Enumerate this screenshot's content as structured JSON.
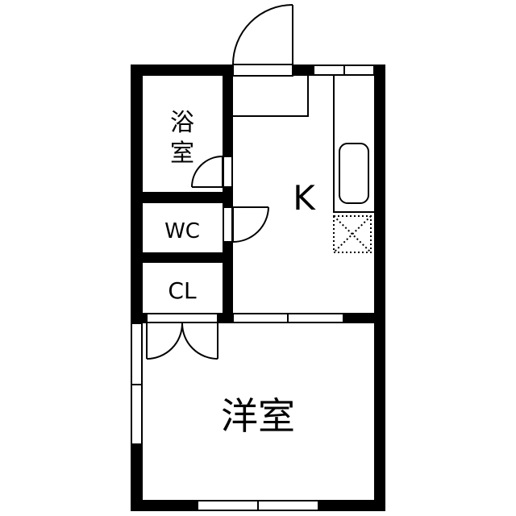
{
  "floorplan": {
    "colors": {
      "wall": "#000000",
      "background": "#ffffff",
      "line": "#000000"
    },
    "rooms": [
      {
        "id": "bath",
        "label_line1": "浴",
        "label_line2": "室"
      },
      {
        "id": "wc",
        "label": "WC"
      },
      {
        "id": "closet",
        "label": "CL"
      },
      {
        "id": "kitchen",
        "label": "K"
      },
      {
        "id": "western_room",
        "label": "洋室"
      }
    ],
    "fixtures": [
      {
        "id": "sink",
        "icon": "sink-icon"
      },
      {
        "id": "stove",
        "icon": "stove-dotted-x-icon"
      }
    ]
  }
}
